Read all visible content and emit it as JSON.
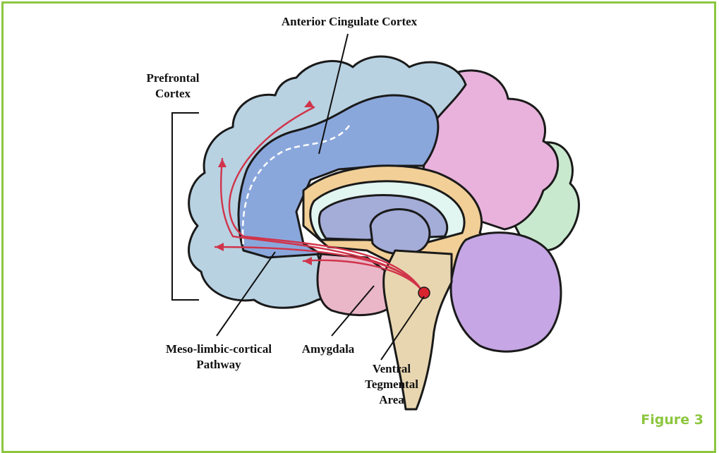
{
  "diagram": {
    "labels": {
      "anterior_cingulate": "Anterior Cingulate Cortex",
      "prefrontal_line1": "Prefrontal",
      "prefrontal_line2": "Cortex",
      "meso_line1": "Meso-limbic-cortical",
      "meso_line2": "Pathway",
      "amygdala": "Amygdala",
      "vta_line1": "Ventral",
      "vta_line2": "Tegmental",
      "vta_line3": "Area"
    },
    "figure_label": "Figure 3"
  },
  "colors": {
    "frame": "#8cc63f",
    "frontal_lobe": "#b8d2e2",
    "cingulate": "#8aa7dc",
    "parietal": "#e8b2dc",
    "occipital": "#c9e9cf",
    "corpus_callosum": "#f2cf97",
    "ventricle": "#e1f5f1",
    "thalamus": "#a4acd8",
    "cerebellum": "#c6a6e4",
    "brainstem": "#e8d6b0",
    "limbic": "#eab7c8",
    "pathway": "#d0344a",
    "vta": "#d82530"
  }
}
